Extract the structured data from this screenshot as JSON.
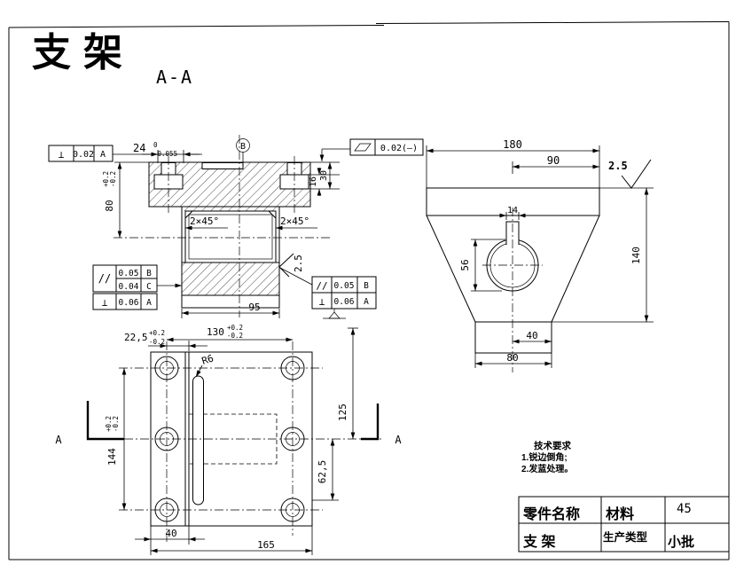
{
  "title": "支架",
  "section_label": "A-A",
  "colors": {
    "title": "#d40000",
    "ink": "#000000",
    "paper": "#ffffff"
  },
  "section_view": {
    "dim24": "24",
    "dim24_up": "0",
    "dim24_low": "-0.055",
    "dim80": "80",
    "dim80_up": "+0.2",
    "dim80_low": "-0.2",
    "dim16": "16",
    "dim30": "30",
    "dim95": "95",
    "chamfer_left": "2×45°",
    "chamfer_right": "2×45°",
    "roughness": "2.5",
    "datum_b": "B",
    "sym_perp": "⊥",
    "sym_parallel": "//",
    "fcf_perp_top": {
      "value": "0.02",
      "datum": "A"
    },
    "fcf_flatness": {
      "value": "0.02(—)"
    },
    "fcf_parallel_left": {
      "row1_value": "0.05",
      "row1_datum": "B",
      "row2_value": "0.04",
      "row2_datum": "C"
    },
    "fcf_perp_left": {
      "value": "0.06",
      "datum": "A"
    },
    "fcf_parallel_right": {
      "value": "0.05",
      "datum": "B"
    },
    "fcf_perp_right": {
      "value": "0.06",
      "datum": "A"
    }
  },
  "front_view": {
    "dim180": "180",
    "dim90": "90",
    "dim140": "140",
    "dim56": "56",
    "dim14": "14",
    "dim40": "40",
    "dim80": "80",
    "roughness": "2.5"
  },
  "plan_view": {
    "dim22_5": "22,5",
    "dim22_5_up": "+0.2",
    "dim22_5_low": "-0.2",
    "dim130": "130",
    "dim130_up": "+0.2",
    "dim130_low": "-0.2",
    "dim144": "144",
    "dim144_up": "+0.2",
    "dim144_low": "-0.2",
    "dim125": "125",
    "dim62_5": "62,5",
    "dim40": "40",
    "dim165": "165",
    "radius_note": "R6",
    "section_a_left": "A",
    "section_a_right": "A"
  },
  "tech_notes": {
    "heading": "技术要求",
    "line1": "1.锐边倒角;",
    "line2": "2.发蓝处理。"
  },
  "title_block": {
    "part_name_label": "零件名称",
    "material_label": "材料",
    "material_value": "45",
    "part_name": "支 架",
    "production_type_label": "生产类型",
    "production_type_value": "小批"
  }
}
